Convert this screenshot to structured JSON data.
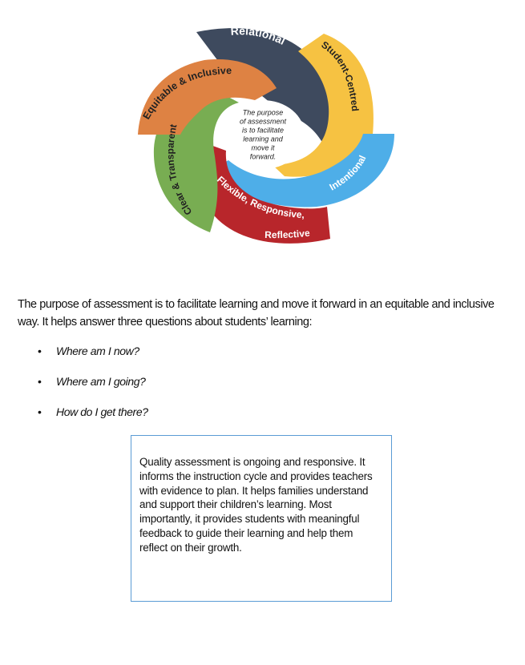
{
  "diagram": {
    "segments": [
      {
        "label": "Relational",
        "color": "#3e4a5e",
        "text_color": "#ffffff"
      },
      {
        "label": "Student-Centred",
        "color": "#f6c242",
        "text_color": "#222222"
      },
      {
        "label": "Intentional",
        "color": "#4eaee8",
        "text_color": "#ffffff"
      },
      {
        "label": "Flexible, Responsive, Reflective",
        "color": "#b8262b",
        "text_color": "#ffffff"
      },
      {
        "label": "Clear & Transparent",
        "color": "#78ad52",
        "text_color": "#222222"
      },
      {
        "label": "Equitable & Inclusive",
        "color": "#de8243",
        "text_color": "#222222"
      }
    ],
    "center_text": "The purpose of assessment is to facilitate learning and move it forward."
  },
  "intro": {
    "text": "The purpose of assessment is to facilitate learning and move it forward in an equitable and inclusive way.  It helps answer three questions about students’ learning:"
  },
  "questions": [
    "Where am I now?",
    "Where am I going?",
    "How do I get there?"
  ],
  "callout": {
    "text": "Quality assessment is ongoing and responsive. It informs the instruction cycle and provides teachers with evidence to plan. It helps families understand and support their children’s learning. Most importantly, it provides students with meaningful feedback to guide their learning and help them reflect on their growth."
  }
}
